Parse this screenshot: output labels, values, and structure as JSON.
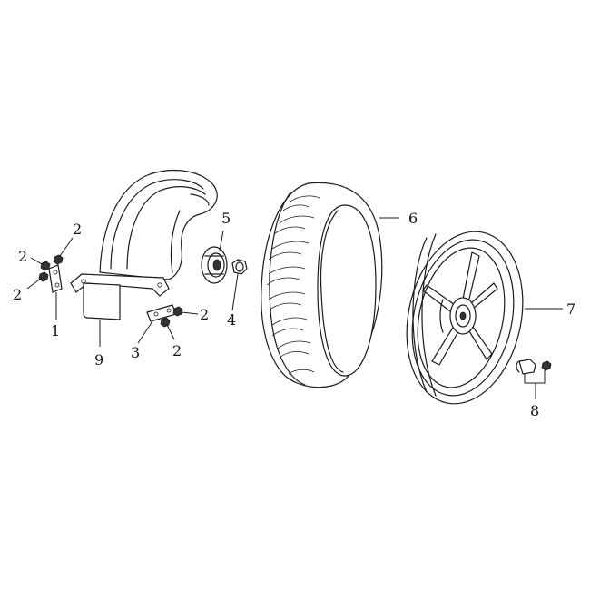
{
  "callouts": {
    "c1": "1",
    "c2a": "2",
    "c2b": "2",
    "c2c": "2",
    "c2d": "2",
    "c2e": "2",
    "c3": "3",
    "c4": "4",
    "c5": "5",
    "c6": "6",
    "c7": "7",
    "c8": "8",
    "c9": "9"
  }
}
